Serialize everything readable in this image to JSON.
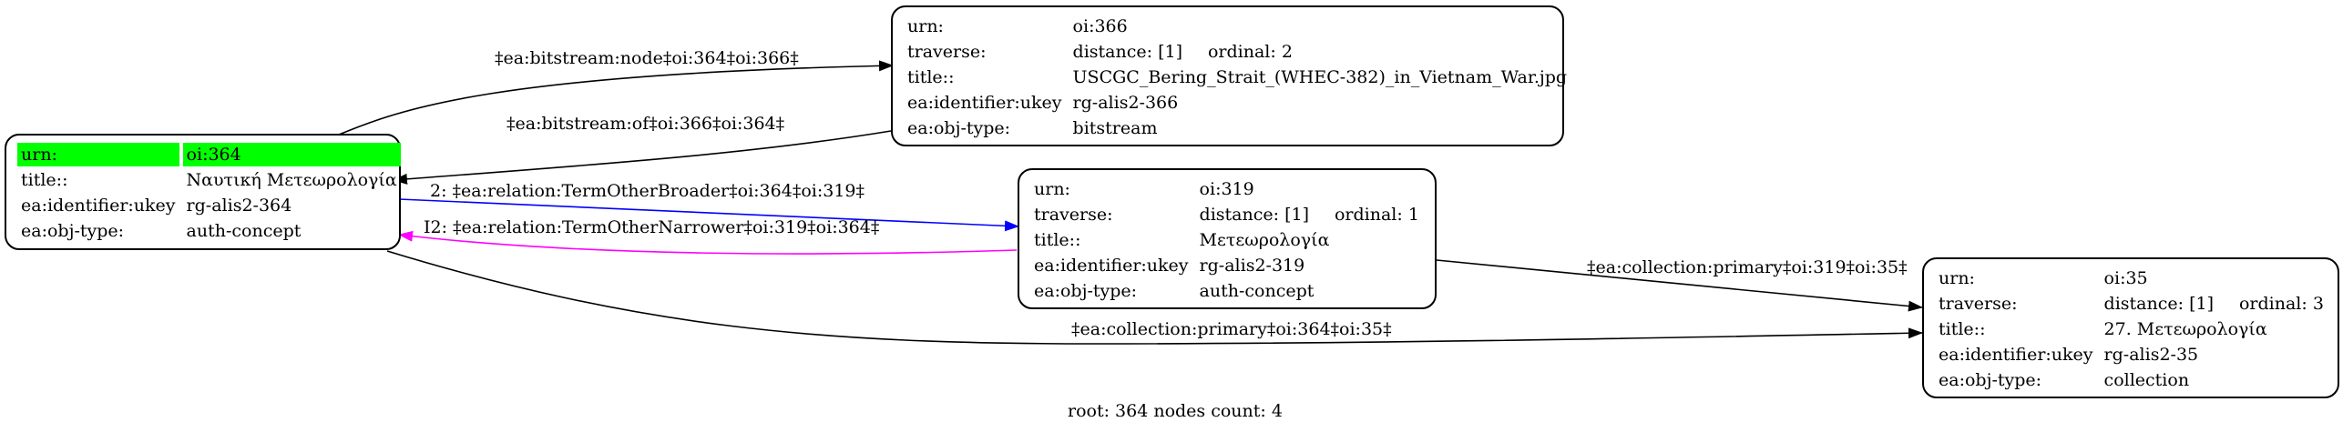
{
  "nodes": {
    "n364": {
      "rows": [
        {
          "key": "urn:",
          "value": "oi:364"
        },
        {
          "key": "title::",
          "value": "Ναυτική Μετεωρολογία"
        },
        {
          "key": "ea:identifier:ukey",
          "value": "rg-alis2-364"
        },
        {
          "key": "ea:obj-type:",
          "value": "auth-concept"
        }
      ]
    },
    "n366": {
      "rows": [
        {
          "key": "urn:",
          "value": "oi:366"
        },
        {
          "key": "traverse:",
          "value": "distance: [1]",
          "extra": "ordinal: 2"
        },
        {
          "key": "title::",
          "value": "USCGC_Bering_Strait_(WHEC-382)_in_Vietnam_War.jpg"
        },
        {
          "key": "ea:identifier:ukey",
          "value": "rg-alis2-366"
        },
        {
          "key": "ea:obj-type:",
          "value": "bitstream"
        }
      ]
    },
    "n319": {
      "rows": [
        {
          "key": "urn:",
          "value": "oi:319"
        },
        {
          "key": "traverse:",
          "value": "distance: [1]",
          "extra": "ordinal: 1"
        },
        {
          "key": "title::",
          "value": "Μετεωρολογία"
        },
        {
          "key": "ea:identifier:ukey",
          "value": "rg-alis2-319"
        },
        {
          "key": "ea:obj-type:",
          "value": "auth-concept"
        }
      ]
    },
    "n35": {
      "rows": [
        {
          "key": "urn:",
          "value": "oi:35"
        },
        {
          "key": "traverse:",
          "value": "distance: [1]",
          "extra": "ordinal: 3"
        },
        {
          "key": "title::",
          "value": "27. Μετεωρολογία"
        },
        {
          "key": "ea:identifier:ukey",
          "value": "rg-alis2-35"
        },
        {
          "key": "ea:obj-type:",
          "value": "collection"
        }
      ]
    }
  },
  "edges": {
    "e1": {
      "label": "‡ea:bitstream:node‡oi:364‡oi:366‡",
      "color": "#000000"
    },
    "e2": {
      "label": "‡ea:bitstream:of‡oi:366‡oi:364‡",
      "color": "#000000"
    },
    "e3": {
      "label": "2: ‡ea:relation:TermOtherBroader‡oi:364‡oi:319‡",
      "color": "#0000ff"
    },
    "e4": {
      "label": "I2: ‡ea:relation:TermOtherNarrower‡oi:319‡oi:364‡",
      "color": "#ff00ff"
    },
    "e5": {
      "label": "‡ea:collection:primary‡oi:319‡oi:35‡",
      "color": "#000000"
    },
    "e6": {
      "label": "‡ea:collection:primary‡oi:364‡oi:35‡",
      "color": "#000000"
    }
  },
  "footer": "root: 364 nodes count: 4",
  "colors": {
    "root_highlight": "#00ff00"
  }
}
